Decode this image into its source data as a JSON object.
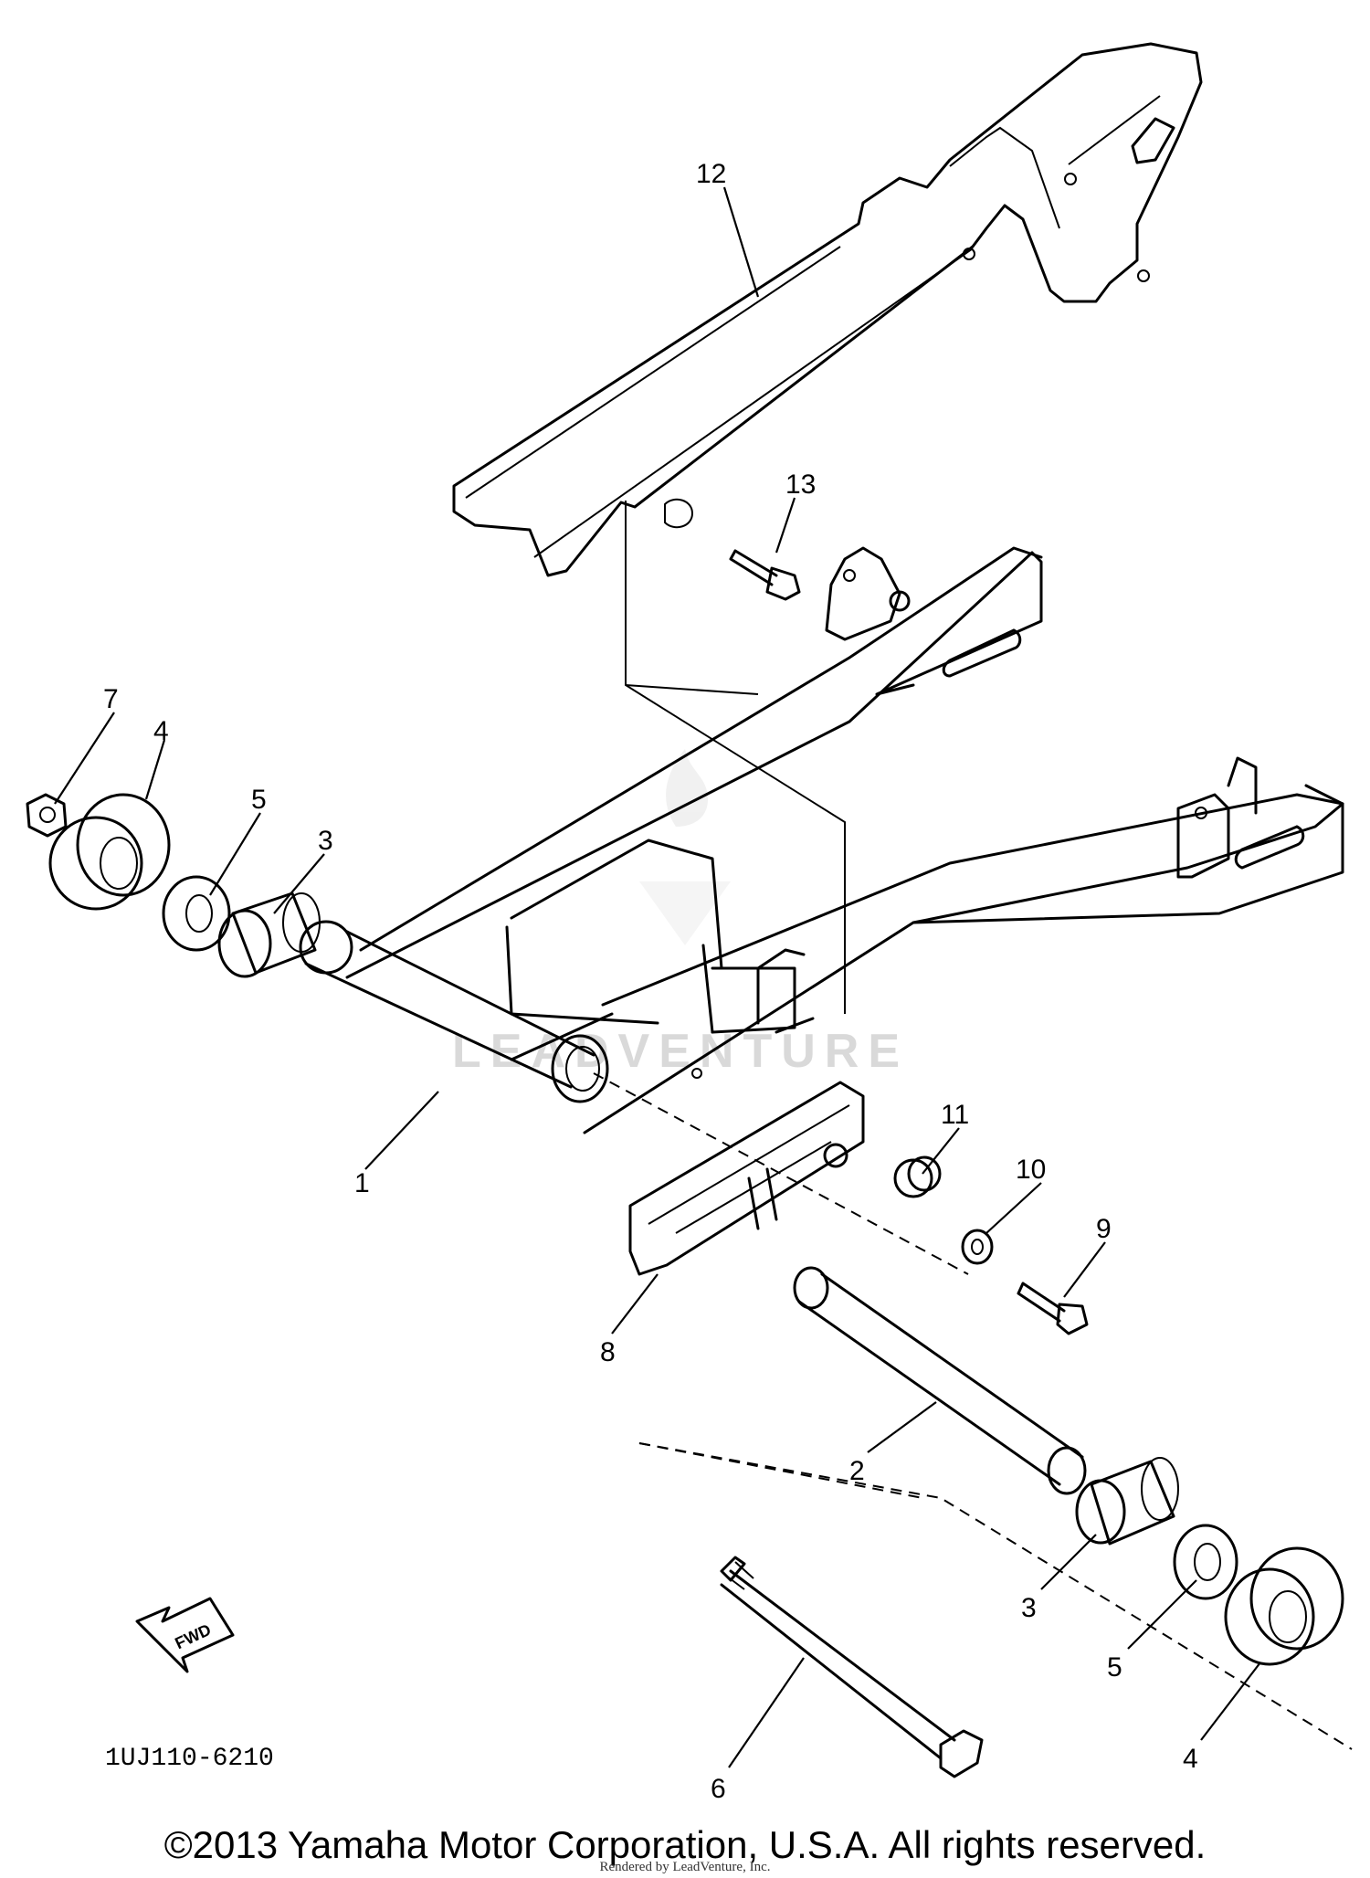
{
  "diagram": {
    "callouts": {
      "c1": "1",
      "c2": "2",
      "c3a": "3",
      "c3b": "3",
      "c4a": "4",
      "c4b": "4",
      "c5a": "5",
      "c5b": "5",
      "c6": "6",
      "c7": "7",
      "c8": "8",
      "c9": "9",
      "c10": "10",
      "c11": "11",
      "c12": "12",
      "c13": "13"
    },
    "fwd_label": "FWD",
    "drawing_code": "1UJ110-6210",
    "watermark": "LEADVENTURE"
  },
  "footer": {
    "copyright": "©2013 Yamaha Motor Corporation, U.S.A. All rights reserved.",
    "rendered_by": "Rendered by LeadVenture, Inc."
  }
}
